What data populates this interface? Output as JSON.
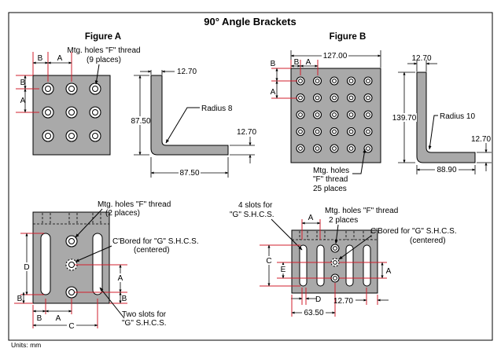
{
  "title": "90° Angle Brackets",
  "figure_a": {
    "heading": "Figure A",
    "label_b_top": "B",
    "label_a_top": "A",
    "label_b_left": "B",
    "label_a_left": "A",
    "holes_note_1": "Mtg. holes \"F\" thread",
    "holes_note_2": "(9 places)",
    "dim_thickness": "12.70",
    "dim_height": "87.50",
    "radius_note": "Radius 8",
    "dim_thickness_right": "12.70",
    "dim_width": "87.50"
  },
  "figure_b": {
    "heading": "Figure B",
    "dim_width_top": "127.00",
    "label_b_top": "B",
    "label_a_top": "A",
    "label_b_left": "B",
    "label_a_left": "A",
    "dim_thickness": "12.70",
    "dim_height": "139.70",
    "radius_note": "Radius 10",
    "dim_thickness_right": "12.70",
    "dim_width": "88.90",
    "holes_note_1": "Mtg. holes",
    "holes_note_2": "\"F\" thread",
    "holes_note_3": "25 places"
  },
  "detail_a": {
    "holes_note_1": "Mtg. holes \"F\" thread",
    "holes_note_2": "(2 places)",
    "cbore_note_1": "C'Bored for \"G\" S.H.C.S.",
    "cbore_note_2": "(centered)",
    "label_d": "D",
    "label_a": "A",
    "label_b_left": "B",
    "label_b_right": "B",
    "label_b_bottom": "B",
    "label_a_bottom": "A",
    "label_c": "C",
    "slots_note_1": "Two slots for",
    "slots_note_2": "\"G\" S.H.C.S."
  },
  "detail_b": {
    "slots_note_1": "4 slots for",
    "slots_note_2": "\"G\" S.H.C.S.",
    "label_a_top": "A",
    "holes_note_1": "Mtg. holes \"F\" thread",
    "holes_note_2": "2 places",
    "cbore_note_1": "C'Bored for \"G\" S.H.C.S.",
    "cbore_note_2": "(centered)",
    "label_c": "C",
    "label_e": "E",
    "label_a_right": "A",
    "label_d": "D",
    "dim_bottom": "63.50",
    "dim_right": "12.70"
  },
  "units": "Units: mm"
}
